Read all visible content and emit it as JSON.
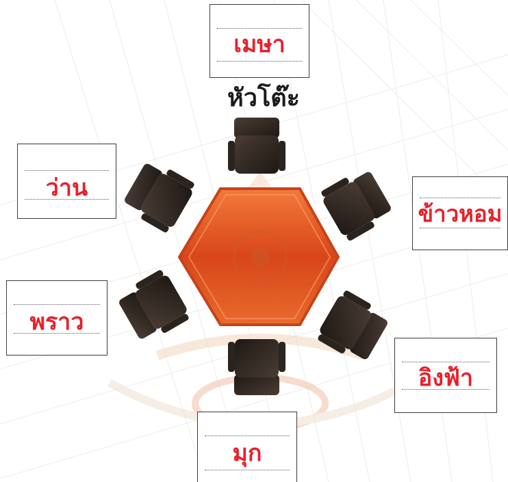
{
  "head_label": "หัวโต๊ะ",
  "seats": [
    {
      "id": "top",
      "name": "เมษา"
    },
    {
      "id": "top-left",
      "name": "ว่าน"
    },
    {
      "id": "top-right",
      "name": "ข้าวหอม"
    },
    {
      "id": "bottom-left",
      "name": "พราว"
    },
    {
      "id": "bottom-right",
      "name": "อิงฟ้า"
    },
    {
      "id": "bottom",
      "name": "มุก"
    }
  ],
  "colors": {
    "name_text": "#e8202a",
    "table_fill": "#e0561f",
    "table_edge": "#c7421a",
    "chair": "#2e2621",
    "watermark": "#f3d2b8"
  }
}
